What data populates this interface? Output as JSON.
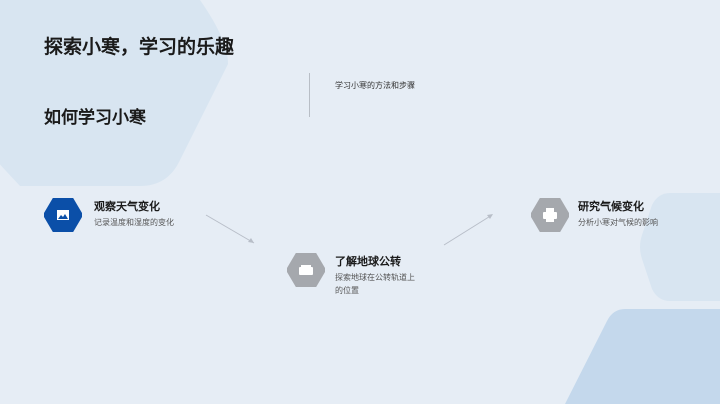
{
  "slide": {
    "title": "探索小寒，学习的乐趣",
    "subtitle": "如何学习小寒",
    "description": "学习小寒的方法和步骤"
  },
  "steps": [
    {
      "icon": "image-icon",
      "title": "观察天气变化",
      "text": "记录温度和湿度的变化",
      "icon_color": "#0b4fa8"
    },
    {
      "icon": "sofa-icon",
      "title": "了解地球公转",
      "text": "探索地球在公转轨道上的位置",
      "icon_color": "#a5a8ad"
    },
    {
      "icon": "printer-icon",
      "title": "研究气候变化",
      "text": "分析小寒对气候的影响",
      "icon_color": "#a5a8ad"
    }
  ],
  "colors": {
    "background": "#e6edf5",
    "hex_light": "#d8e5f1",
    "hex_mid": "#c4d8ec",
    "accent": "#0b4fa8",
    "gray": "#a5a8ad"
  }
}
